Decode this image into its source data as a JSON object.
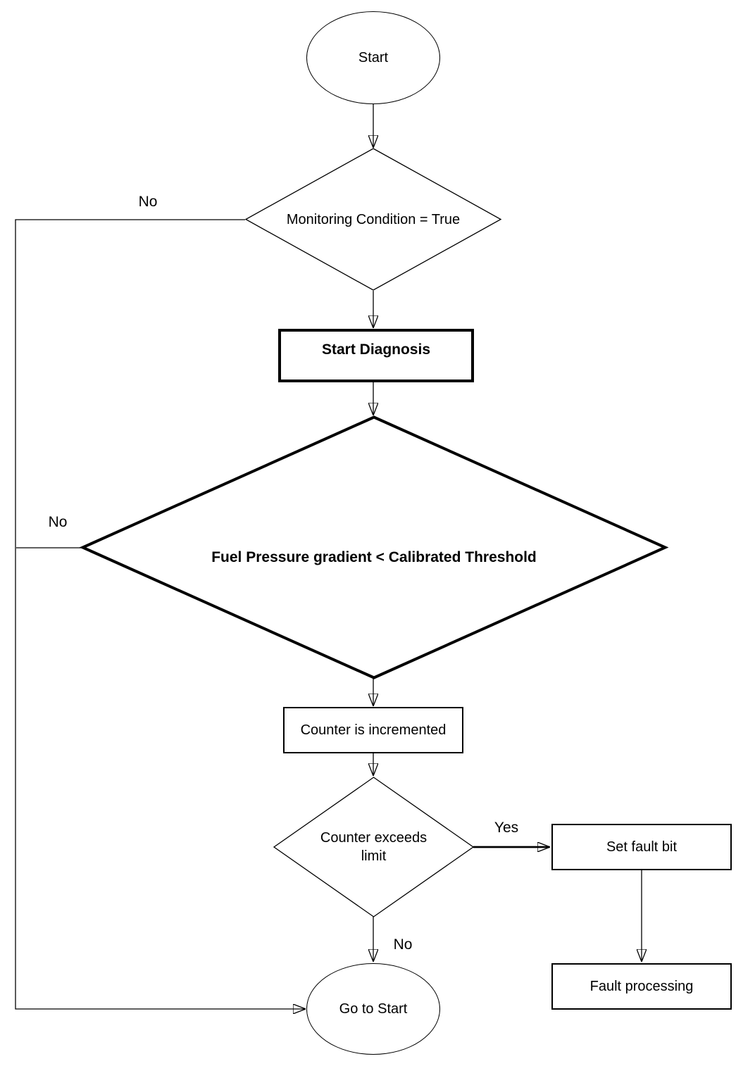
{
  "diagram": {
    "nodes": {
      "start": {
        "label": "Start",
        "shape": "terminator"
      },
      "monitoring": {
        "label": "Monitoring Condition = True",
        "shape": "decision"
      },
      "start_diagnosis": {
        "label": "Start Diagnosis",
        "shape": "process"
      },
      "fuel_gradient": {
        "label": "Fuel Pressure gradient < Calibrated Threshold",
        "shape": "decision"
      },
      "counter_increment": {
        "label": "Counter is incremented",
        "shape": "process"
      },
      "counter_exceeds": {
        "label": "Counter exceeds limit",
        "shape": "decision"
      },
      "set_fault_bit": {
        "label": "Set fault bit",
        "shape": "process"
      },
      "fault_processing": {
        "label": "Fault processing",
        "shape": "process"
      },
      "go_to_start": {
        "label": "Go to Start",
        "shape": "terminator"
      }
    },
    "edge_labels": {
      "monitoring_no": "No",
      "fuel_gradient_no": "No",
      "counter_exceeds_yes": "Yes",
      "counter_exceeds_no": "No"
    },
    "colors": {
      "line": "#000000",
      "fill": "#ffffff",
      "text": "#000000"
    }
  }
}
